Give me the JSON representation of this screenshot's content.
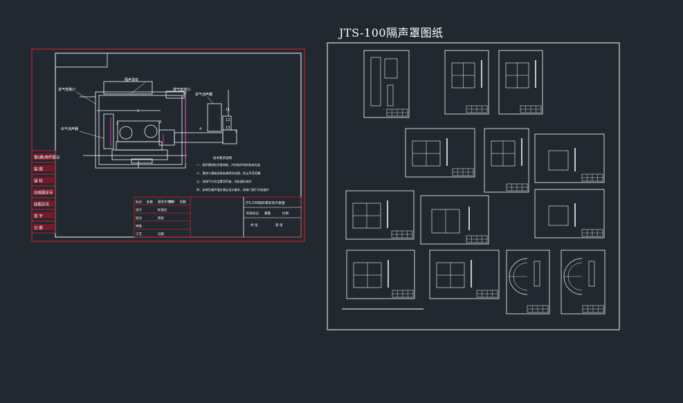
{
  "canvas": {
    "background": "#212830",
    "sheet_title": "JTS-100隔声罩图纸"
  },
  "colors": {
    "line_white": "#ffffff",
    "frame_red": "#e0202a",
    "label_magenta": "#ff40c0",
    "title_red_fill": "#c0102a"
  },
  "main_drawing": {
    "side_stamp_labels": [
      "借(通)用件登记",
      "描 图",
      "描 校",
      "旧底图总号",
      "底图总号",
      "签 字",
      "日 期"
    ],
    "callouts": [
      "进气管路口",
      "隔声罩体",
      "出气消声器",
      "排气管道口",
      "进气消声器"
    ],
    "notes_heading": "技术要求说明",
    "notes": [
      "一、隔声罩材料为镀锌板，内衬吸声材料和穿孔板",
      "二、罩体与基础连接处做密封处理，防止声音泄漏",
      "三、进排气口均设置消声器，风机通风良好",
      "四、安装后噪声值应满足设计要求，检修门便于开启维护"
    ],
    "title_block": {
      "drawing_name": "JTS-100隔声罩安装示意图",
      "rows": [
        [
          "标记",
          "处数",
          "更改文件号",
          "签字",
          "日期"
        ],
        [
          "设计",
          "",
          "标准化",
          "",
          ""
        ],
        [
          "校对",
          "",
          "审核",
          "",
          ""
        ],
        [
          "审核",
          "",
          "",
          "",
          ""
        ],
        [
          "工艺",
          "",
          "日期",
          "",
          ""
        ]
      ],
      "right_row": [
        "阶段标记",
        "重量",
        "比例"
      ],
      "right_bottom": [
        "共 张",
        "第 张"
      ]
    },
    "part_numbers": [
      "1",
      "2",
      "3",
      "4",
      "5",
      "11",
      "12",
      "13"
    ]
  },
  "overview": {
    "thumbnails": [
      {
        "kind": "tall"
      },
      {
        "kind": "window"
      },
      {
        "kind": "window"
      },
      {
        "kind": "window"
      },
      {
        "kind": "window"
      },
      {
        "kind": "box"
      },
      {
        "kind": "window"
      },
      {
        "kind": "panel"
      },
      {
        "kind": "box"
      },
      {
        "kind": "window"
      },
      {
        "kind": "window"
      },
      {
        "kind": "arc"
      },
      {
        "kind": "arc"
      }
    ]
  }
}
